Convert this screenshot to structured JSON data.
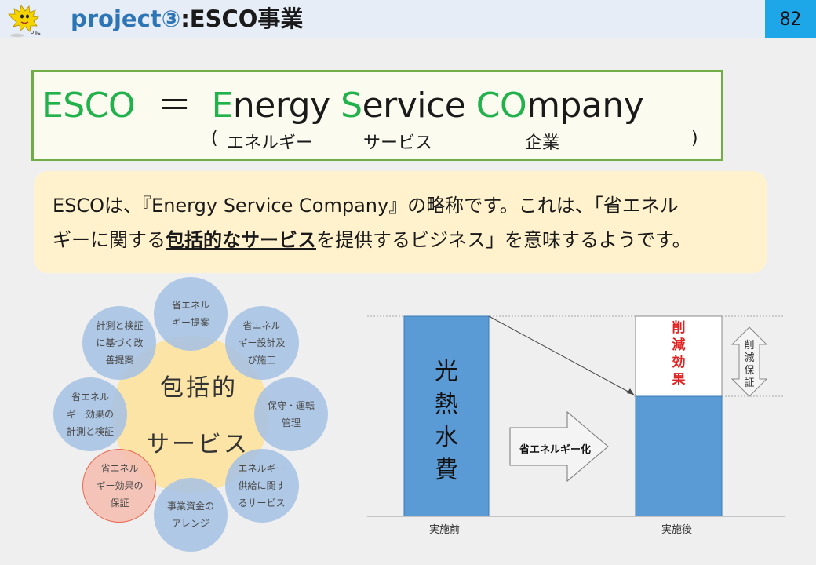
{
  "header": {
    "title_part1": "project③",
    "title_part2": ":ESCO事業",
    "page_number": "82"
  },
  "esco": {
    "acronym": "ESCO",
    "equals": "＝",
    "word1_initial": "E",
    "word1_rest": "nergy",
    "word2_initial": "S",
    "word2_rest": "ervice",
    "word3_initial": "CO",
    "word3_rest": "mpany",
    "paren_open": "(",
    "kana1": "エネルギー",
    "kana2": "サービス",
    "kana3": "企業",
    "paren_close": ")"
  },
  "description": {
    "line1": "ESCOは、『Energy Service Company』の略称です。これは、「省エネル",
    "line2_pre": "ギーに関する",
    "line2_bold": "包括的なサービス",
    "line2_post": "を提供するビジネス」を意味するようです。"
  },
  "diagram": {
    "center_line1": "包括的",
    "center_line2": "サービス",
    "services": [
      [
        "省エネル",
        "ギー提案"
      ],
      [
        "省エネル",
        "ギー設計及",
        "び施工"
      ],
      [
        "保守・運転",
        "管理"
      ],
      [
        "エネルギー",
        "供給に関す",
        "るサービス"
      ],
      [
        "事業資金の",
        "アレンジ"
      ],
      [
        "省エネル",
        "ギー効果の",
        "保証"
      ],
      [
        "省エネル",
        "ギー効果の",
        "計測と検証"
      ],
      [
        "計測と検証",
        "に基づく改",
        "善提案"
      ]
    ],
    "highlight_color": "#e9573f"
  },
  "chart_data": {
    "type": "bar",
    "categories": [
      "実施前",
      "実施後"
    ],
    "series": [
      {
        "name": "光熱水費",
        "values": [
          100,
          60
        ]
      }
    ],
    "reduction_label": "削減効果",
    "guarantee_label": "削減保証",
    "arrow_label": "省エネルギー化",
    "bar_color": "#5b9bd5",
    "reduction_color": "#e32121"
  }
}
